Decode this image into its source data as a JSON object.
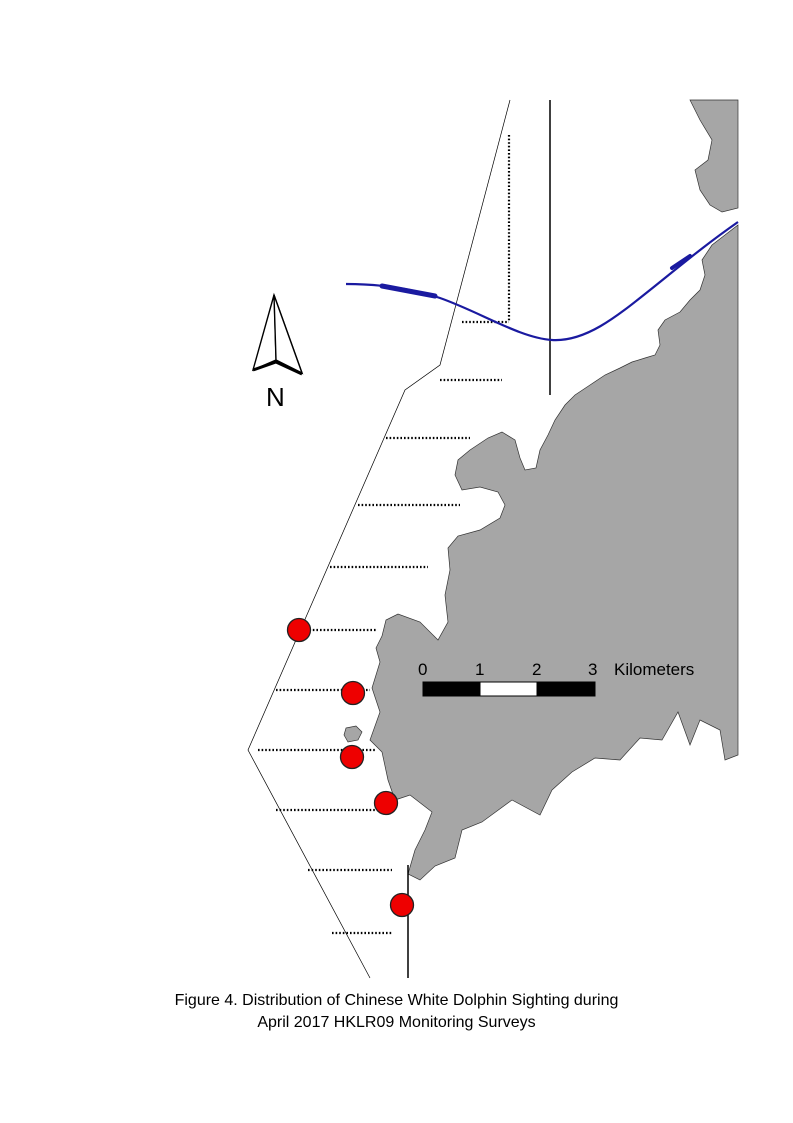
{
  "north_arrow": {
    "label": "N",
    "icon": "north-arrow-icon"
  },
  "scale_bar": {
    "ticks": [
      "0",
      "1",
      "2",
      "3"
    ],
    "unit": "Kilometers",
    "segment_colors": [
      "#000000",
      "#ffffff",
      "#000000"
    ]
  },
  "colors": {
    "land": "#a6a6a6",
    "sighting": "#ee0000",
    "route": "#1a1aa0"
  },
  "caption": {
    "line1": "Figure 4.  Distribution of Chinese White Dolphin Sighting during",
    "line2": "April 2017 HKLR09 Monitoring Surveys"
  }
}
